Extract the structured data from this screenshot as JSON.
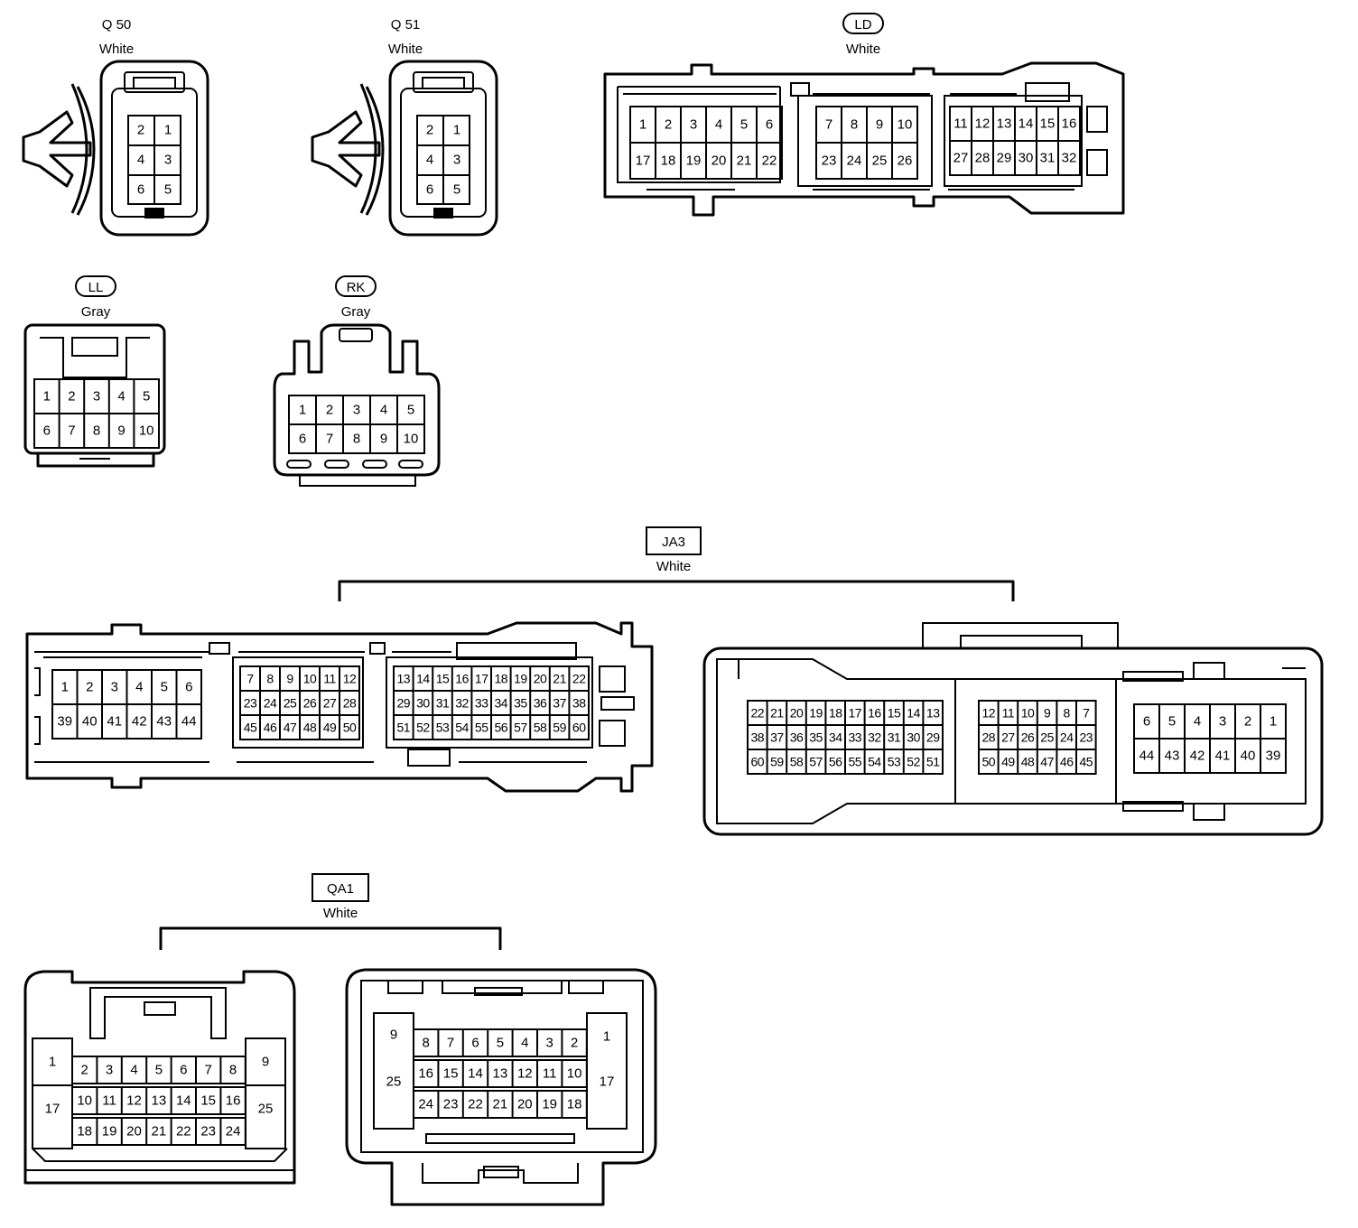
{
  "connectors": {
    "q50": {
      "name": "Q 50",
      "color": "White",
      "pins": [
        "2",
        "1",
        "4",
        "3",
        "6",
        "5"
      ]
    },
    "q51": {
      "name": "Q 51",
      "color": "White",
      "pins": [
        "2",
        "1",
        "4",
        "3",
        "6",
        "5"
      ]
    },
    "ld": {
      "name": "LD",
      "color": "White",
      "pins_a": [
        "1",
        "2",
        "3",
        "4",
        "5",
        "6",
        "17",
        "18",
        "19",
        "20",
        "21",
        "22"
      ],
      "pins_b": [
        "7",
        "8",
        "9",
        "10",
        "23",
        "24",
        "25",
        "26"
      ],
      "pins_c": [
        "11",
        "12",
        "13",
        "14",
        "15",
        "16",
        "27",
        "28",
        "29",
        "30",
        "31",
        "32"
      ]
    },
    "ll": {
      "name": "LL",
      "color": "Gray",
      "pins": [
        "1",
        "2",
        "3",
        "4",
        "5",
        "6",
        "7",
        "8",
        "9",
        "10"
      ]
    },
    "rk": {
      "name": "RK",
      "color": "Gray",
      "pins": [
        "1",
        "2",
        "3",
        "4",
        "5",
        "6",
        "7",
        "8",
        "9",
        "10"
      ]
    },
    "ja3": {
      "name": "JA3",
      "color": "White",
      "left_a": [
        "1",
        "2",
        "3",
        "4",
        "5",
        "6",
        "39",
        "40",
        "41",
        "42",
        "43",
        "44"
      ],
      "left_b": [
        "7",
        "8",
        "9",
        "10",
        "11",
        "12",
        "23",
        "24",
        "25",
        "26",
        "27",
        "28",
        "45",
        "46",
        "47",
        "48",
        "49",
        "50"
      ],
      "left_c": [
        "13",
        "14",
        "15",
        "16",
        "17",
        "18",
        "19",
        "20",
        "21",
        "22",
        "29",
        "30",
        "31",
        "32",
        "33",
        "34",
        "35",
        "36",
        "37",
        "38",
        "51",
        "52",
        "53",
        "54",
        "55",
        "56",
        "57",
        "58",
        "59",
        "60"
      ],
      "right_a": [
        "22",
        "21",
        "20",
        "19",
        "18",
        "17",
        "16",
        "15",
        "14",
        "13",
        "38",
        "37",
        "36",
        "35",
        "34",
        "33",
        "32",
        "31",
        "30",
        "29",
        "60",
        "59",
        "58",
        "57",
        "56",
        "55",
        "54",
        "53",
        "52",
        "51"
      ],
      "right_b": [
        "12",
        "11",
        "10",
        "9",
        "8",
        "7",
        "28",
        "27",
        "26",
        "25",
        "24",
        "23",
        "50",
        "49",
        "48",
        "47",
        "46",
        "45"
      ],
      "right_c": [
        "6",
        "5",
        "4",
        "3",
        "2",
        "1",
        "44",
        "43",
        "42",
        "41",
        "40",
        "39"
      ]
    },
    "qa1": {
      "name": "QA1",
      "color": "White",
      "left": {
        "side_l": [
          "1",
          "17"
        ],
        "side_r": [
          "9",
          "25"
        ],
        "row1": [
          "2",
          "3",
          "4",
          "5",
          "6",
          "7",
          "8"
        ],
        "row2": [
          "10",
          "11",
          "12",
          "13",
          "14",
          "15",
          "16"
        ],
        "row3": [
          "18",
          "19",
          "20",
          "21",
          "22",
          "23",
          "24"
        ]
      },
      "right": {
        "side_l": [
          "9",
          "25"
        ],
        "side_r": [
          "1",
          "17"
        ],
        "row1": [
          "8",
          "7",
          "6",
          "5",
          "4",
          "3",
          "2"
        ],
        "row2": [
          "16",
          "15",
          "14",
          "13",
          "12",
          "11",
          "10"
        ],
        "row3": [
          "24",
          "23",
          "22",
          "21",
          "20",
          "19",
          "18"
        ]
      }
    }
  }
}
